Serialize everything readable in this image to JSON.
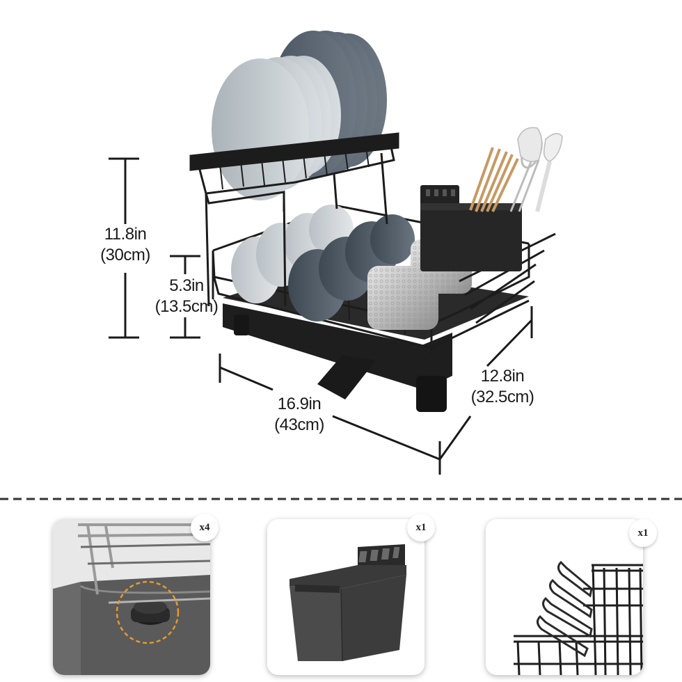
{
  "dimensions": {
    "height_total": "11.8in\n(30cm)",
    "height_total_in": "11.8in",
    "height_total_cm": "(30cm)",
    "height_lower_in": "5.3in",
    "height_lower_cm": "(13.5cm)",
    "width_in": "16.9in",
    "width_cm": "(43cm)",
    "depth_in": "12.8in",
    "depth_cm": "(32.5cm)"
  },
  "details": [
    {
      "quantity": "x4",
      "icon": "rack-foot-icon",
      "highlight_color": "#e69a2e"
    },
    {
      "quantity": "x1",
      "icon": "utensil-holder-icon"
    },
    {
      "quantity": "x1",
      "icon": "cup-rack-icon"
    }
  ],
  "colors": {
    "rack": "#1c1c1c",
    "plate_light": "#c4cbcf",
    "plate_dark": "#5a6672",
    "bowl_dark": "#4b5763",
    "highlight": "#e69a2e"
  }
}
